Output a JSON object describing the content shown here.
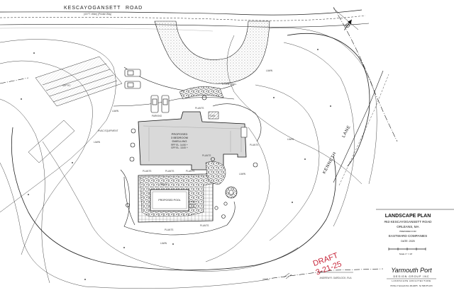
{
  "road": {
    "name": "KESCAYOGANSETT",
    "suffix": "ROAD",
    "sub": "(40 FT. Wide) (Private Way)"
  },
  "lane": {
    "name": "KENNETH",
    "suffix": "LANE"
  },
  "house": {
    "lines": [
      "PROPOSED",
      "3 BEDROOM",
      "DWELLING",
      "RFF EL. 14.50 +",
      "GFF EL. 13.00 +"
    ]
  },
  "pool_label": "PROPOSED POOL",
  "labels": {
    "lawn": "LAWN",
    "plants": "PLANTS",
    "garage": "GAR.",
    "parking": "PARKING",
    "stone_wall": "STONE WALL",
    "patio": "PATIO",
    "hvac": "HVAC EQUIPMENT",
    "septic": "SEPTIC",
    "property_line": "PROPERTY LINE",
    "tree": "TREE"
  },
  "title_block": {
    "title": "LANDSCAPE PLAN",
    "address": "#63 KESCAYOGANSETT ROAD",
    "town": "ORLEANS, MA",
    "prepared_for": "PREPARED FOR",
    "client": "EASTWARD COMPANIES",
    "date": "DATE:   2025",
    "scale": "Scale 1\" = 10'",
    "firm_main": "Yarmouth Port",
    "firm_sub": "DESIGN GROUP INC",
    "firm_tag": "LANDSCAPE ARCHITECTURE",
    "firm_contact": "PO Box 3 Yarmouth Port, MA 02675 · Tel: 508.375.1170",
    "signature": "ANDREW R. GARDLOCK, RLA"
  },
  "stamp": {
    "line1": "DRAFT",
    "line2": "3-21-25"
  },
  "colors": {
    "ink": "#1a1a1a",
    "stamp": "#c8283c",
    "paper": "#ffffff"
  }
}
